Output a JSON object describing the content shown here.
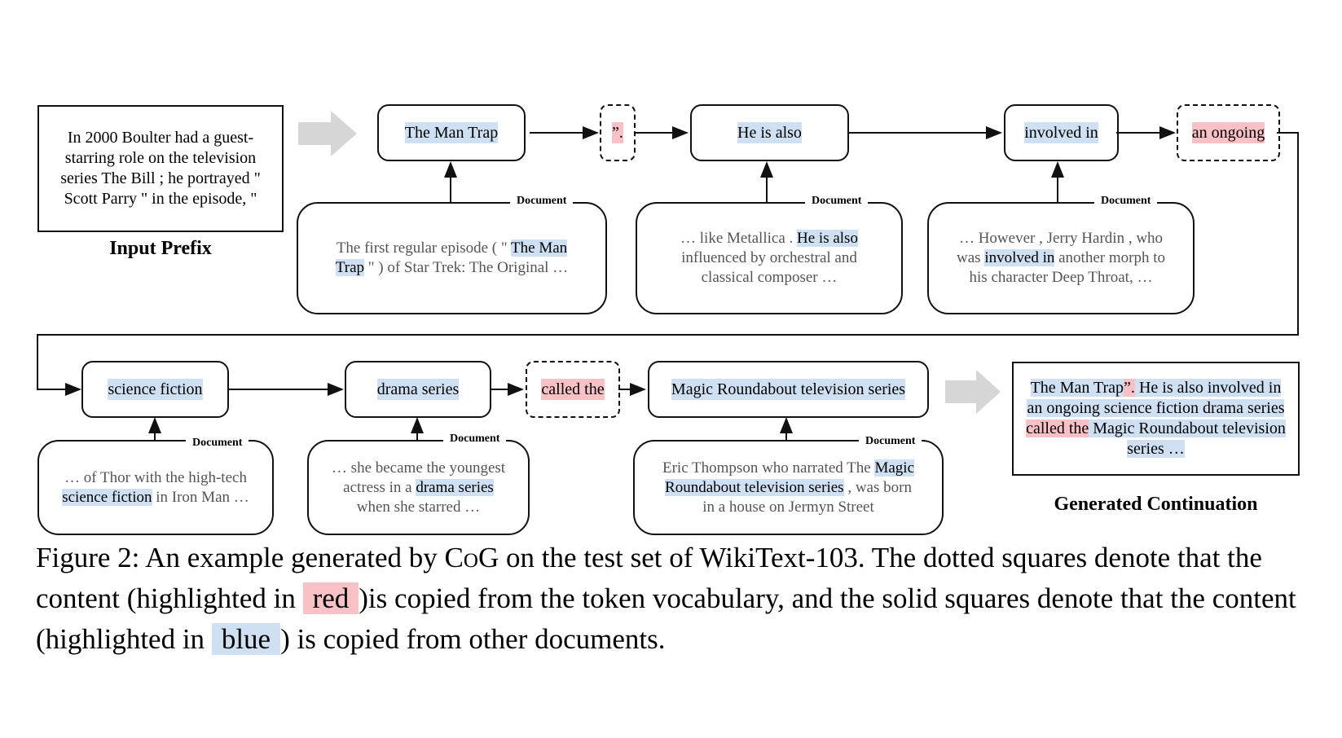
{
  "input_prefix": {
    "text": "In 2000 Boulter had a guest-starring role on the television series The Bill ; he portrayed \" Scott Parry \" in the episode, \"",
    "label": "Input Prefix"
  },
  "top_row": {
    "tok1": "The Man Trap",
    "tok2": "”.",
    "tok3": "He is also",
    "tok4": "involved in",
    "tok5": "an ongoing"
  },
  "bottom_row": {
    "tok6": "science fiction",
    "tok7": "drama series",
    "tok8": "called the",
    "tok9": "Magic Roundabout television series"
  },
  "document_label": "Document",
  "docs": {
    "d1": {
      "a": "The first regular episode ( \" ",
      "h1": "The Man",
      "h2": "Trap",
      "b": " \" ) of Star Trek: The Original …"
    },
    "d2": {
      "a": "… like Metallica . ",
      "h": "He is also",
      "b": "influenced by orchestral and",
      "c": "classical composer …"
    },
    "d3": {
      "a": "… However , Jerry Hardin , who",
      "b": "was ",
      "h": "involved in",
      "c": " another morph to",
      "d": "his character Deep Throat, …"
    },
    "d4": {
      "a": "… of Thor with the high-tech",
      "h": "science fiction",
      "b": " in Iron Man …"
    },
    "d5": {
      "a": "… she became the youngest",
      "b": "actress in a ",
      "h": "drama series",
      "c": "when she starred …"
    },
    "d6": {
      "a": "Eric Thompson who narrated The ",
      "h1": "Magic",
      "h2": "Roundabout television series",
      "b": " , was born",
      "c": "in a house on Jermyn Street"
    }
  },
  "output": {
    "p1": "The Man Trap",
    "p2": "”.",
    "p3": " He is also involved in",
    "p4": "an ongoing science fiction drama series",
    "p5": "called the",
    "p6": " Magic Roundabout television",
    "p7": "series …",
    "label": "Generated Continuation"
  },
  "caption": {
    "prefix": "Figure 2: An example generated by ",
    "model_c": "C",
    "model_rest": "o",
    "model_g": "G",
    "mid": " on the test set of WikiText-103. The dotted squares denote that the content (highlighted in ",
    "red": "red",
    "mid2": ")is copied from the token vocabulary, and the solid squares denote that the content (highlighted in ",
    "blue": "blue",
    "end": ") is copied from other documents."
  },
  "colors": {
    "blue_highlight": "#cfe0f2",
    "red_highlight": "#f7c1c6",
    "arrow_gray": "#d6d6d6"
  }
}
